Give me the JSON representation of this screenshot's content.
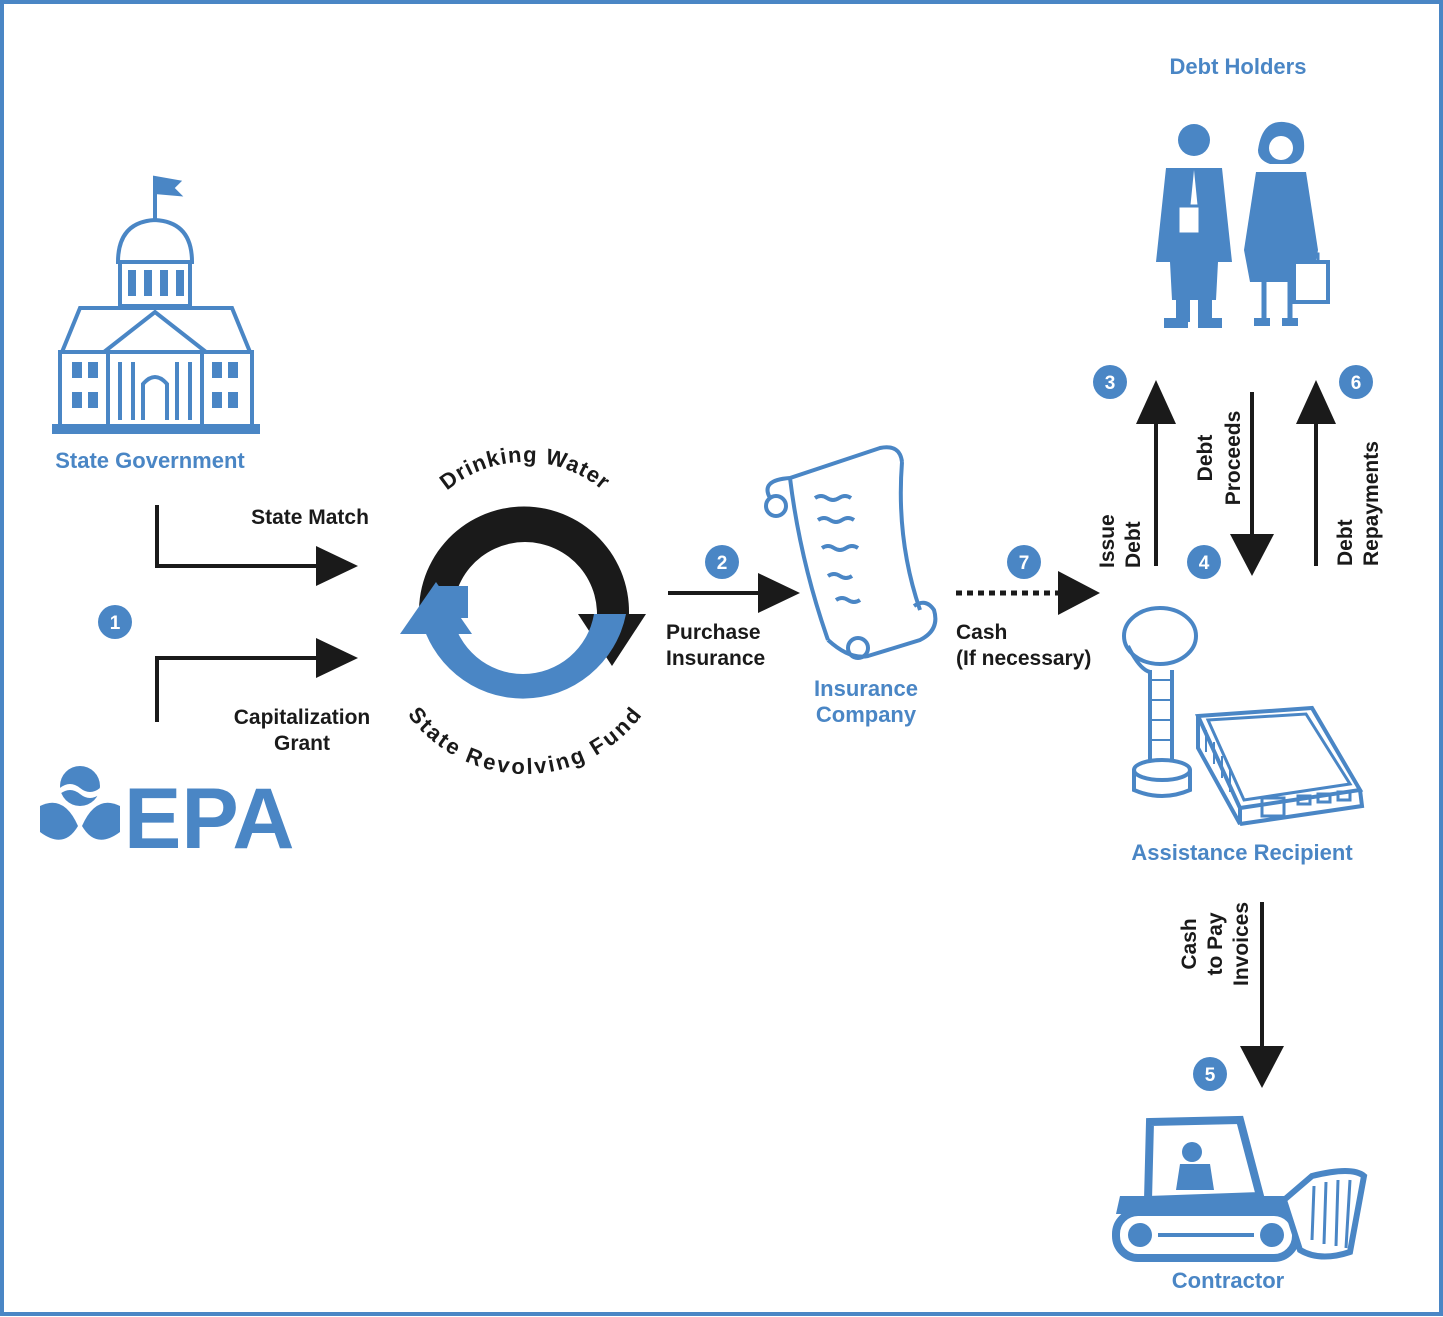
{
  "diagram": {
    "colors": {
      "blue": "#4a86c5",
      "dark": "#1a1a1a",
      "white": "#ffffff"
    },
    "entities": {
      "state_government": "State Government",
      "epa_logo": "EPA",
      "debt_holders": "Debt Holders",
      "insurance_company": [
        "Insurance",
        "Company"
      ],
      "assistance_recipient": "Assistance Recipient",
      "contractor": "Contractor"
    },
    "fund": {
      "top": "Drinking Water",
      "bottom": "State Revolving Fund"
    },
    "flows": {
      "state_match": "State Match",
      "capitalization_grant": [
        "Capitalization",
        "Grant"
      ],
      "purchase_insurance": [
        "Purchase",
        "Insurance"
      ],
      "cash_if_necessary": [
        "Cash",
        "(If necessary)"
      ],
      "issue_debt": [
        "Issue",
        "Debt"
      ],
      "debt_proceeds": [
        "Debt",
        "Proceeds"
      ],
      "debt_repayments": [
        "Debt",
        "Repayments"
      ],
      "cash_to_pay_invoices": [
        "Cash",
        "to Pay",
        "Invoices"
      ]
    },
    "steps": [
      "1",
      "2",
      "3",
      "4",
      "5",
      "6",
      "7"
    ],
    "icons": [
      "capitol-building-icon",
      "epa-logo-icon",
      "debt-holders-icon",
      "insurance-scroll-icon",
      "water-tower-building-icon",
      "bulldozer-icon",
      "fund-cycle-icon"
    ]
  }
}
